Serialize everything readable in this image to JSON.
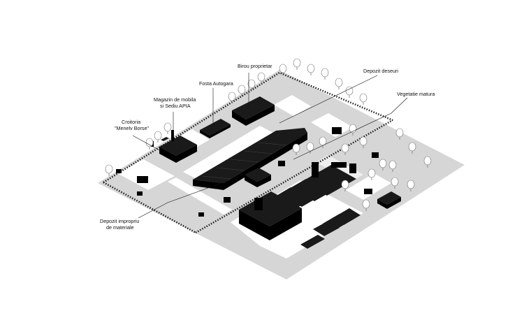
{
  "labels": {
    "birou": "Birou proprietar",
    "autogara": "Fosta Autogara",
    "magazin_line1": "Magazin de mobila",
    "magazin_line2": "si Sediu APIA",
    "croitoria_line1": "Croitoria",
    "croitoria_line2": "\"Menelv Borse\"",
    "depozit_deseuri": "Depozit deseuri",
    "vegetatie": "Vegetatie matura",
    "depozit_impropriu_line1": "Depozit impropriu",
    "depozit_impropriu_line2": "de materiale"
  },
  "colors": {
    "ground": "#d6d6d6",
    "paved": "#ffffff",
    "building": "#000000",
    "fence": "#111111"
  },
  "icons": {
    "tree": "tree-icon"
  }
}
